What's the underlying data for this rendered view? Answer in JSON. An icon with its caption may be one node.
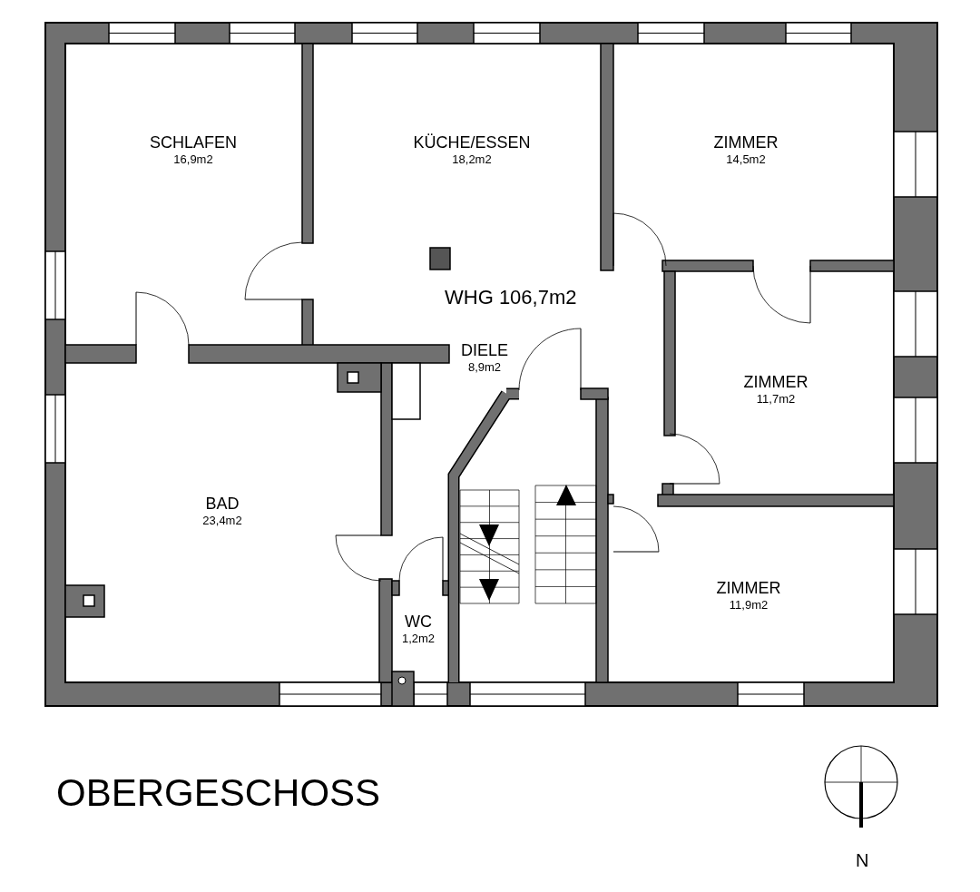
{
  "diagram": {
    "title": "OBERGESCHOSS",
    "nodes": [
      {
        "text": [
          "SCHLAFEN",
          "16,9m2"
        ]
      },
      {
        "text": [
          "KÜCHE/ESSEN",
          "18,2m2"
        ]
      },
      {
        "text": [
          "ZIMMER",
          "14,5m2"
        ]
      },
      {
        "text": [
          "DIELE",
          "8,9m2"
        ]
      },
      {
        "text": [
          "ZIMMER",
          "11,7m2"
        ]
      },
      {
        "text": [
          "BAD",
          "23,4m2"
        ]
      },
      {
        "text": [
          "WC",
          "1,2m2"
        ]
      },
      {
        "text": [
          "ZIMMER",
          "11,9m2"
        ]
      }
    ],
    "labels": [
      "WHG 106,7m2",
      "N"
    ]
  }
}
